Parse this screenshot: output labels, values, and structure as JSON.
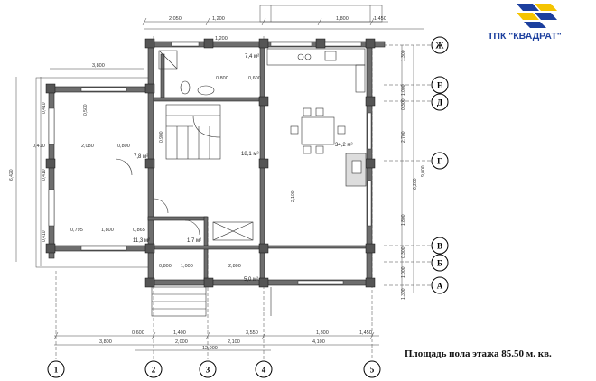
{
  "brand": {
    "name": "ТПК \"КВАДРАТ\"",
    "logo": "kvadrat-logo"
  },
  "footer": {
    "floor_area": "Площадь пола этажа 85.50 м. кв."
  },
  "axes": {
    "vertical": [
      "1",
      "2",
      "3",
      "4",
      "5"
    ],
    "horizontal": [
      "Ж",
      "Е",
      "Д",
      "Г",
      "В",
      "Б",
      "А"
    ]
  },
  "rooms": {
    "toilet": "7,4 м²",
    "hall": "18,1 м²",
    "kitchen_dining": "34,2 м²",
    "vestibule": "1,7 м²",
    "porch": "5,0 м²",
    "terrace_top": "7,8 м²",
    "terrace_bottom": "11,3 м²"
  },
  "dims": {
    "top": [
      "2,050",
      "1,200",
      "1,800",
      "1,450",
      "3,800"
    ],
    "inner": [
      "1,200",
      "0,800",
      "0,600",
      "2,080",
      "0,800",
      "1,800",
      "0,865",
      "0,800",
      "1,000",
      "2,800",
      "0,795",
      "0,410"
    ],
    "bottom_row1": [
      "0,600",
      "1,400",
      "3,550",
      "1,800",
      "1,450"
    ],
    "bottom_row2": [
      "3,800",
      "2,000",
      "2,100",
      "4,100"
    ],
    "bottom_total": "12,000",
    "right": [
      "1,300",
      "1,000",
      "0,300",
      "2,700",
      "1,800",
      "0,300",
      "1,000",
      "1,300",
      "6,200",
      "9,000"
    ],
    "left": [
      "6,420",
      "0,410",
      "0,410",
      "0,410",
      "0,500",
      "2,100",
      "0,900"
    ]
  },
  "colors": {
    "wall": "#707070",
    "line": "#333333",
    "brand_blue": "#1c3f9e",
    "brand_yellow": "#f5c400"
  }
}
